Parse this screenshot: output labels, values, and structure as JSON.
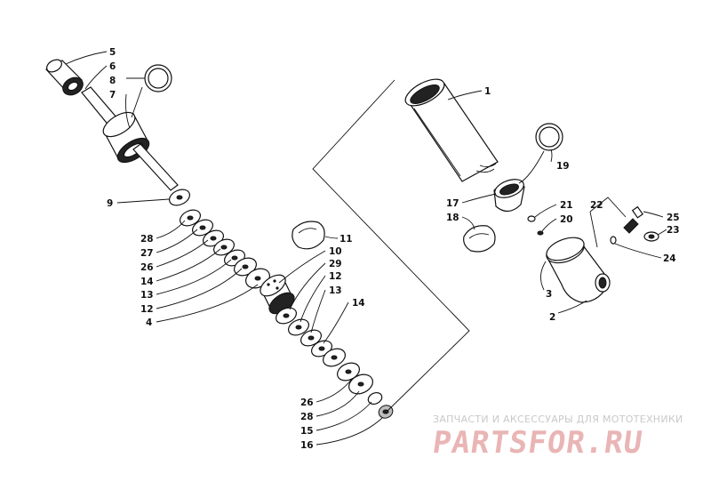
{
  "diagram": {
    "labels": [
      {
        "key": "p5",
        "text": "5"
      },
      {
        "key": "p6",
        "text": "6"
      },
      {
        "key": "p8",
        "text": "8"
      },
      {
        "key": "p7",
        "text": "7"
      },
      {
        "key": "p9",
        "text": "9"
      },
      {
        "key": "l28",
        "text": "28"
      },
      {
        "key": "l27",
        "text": "27"
      },
      {
        "key": "l26",
        "text": "26"
      },
      {
        "key": "l14",
        "text": "14"
      },
      {
        "key": "l13",
        "text": "13"
      },
      {
        "key": "l12",
        "text": "12"
      },
      {
        "key": "p4",
        "text": "4"
      },
      {
        "key": "p11",
        "text": "11"
      },
      {
        "key": "p10",
        "text": "10"
      },
      {
        "key": "r29",
        "text": "29"
      },
      {
        "key": "r12",
        "text": "12"
      },
      {
        "key": "r13",
        "text": "13"
      },
      {
        "key": "r14",
        "text": "14"
      },
      {
        "key": "b26",
        "text": "26"
      },
      {
        "key": "b28",
        "text": "28"
      },
      {
        "key": "b15",
        "text": "15"
      },
      {
        "key": "b16",
        "text": "16"
      },
      {
        "key": "p1",
        "text": "1"
      },
      {
        "key": "p19",
        "text": "19"
      },
      {
        "key": "p17",
        "text": "17"
      },
      {
        "key": "p18",
        "text": "18"
      },
      {
        "key": "p21",
        "text": "21"
      },
      {
        "key": "p20",
        "text": "20"
      },
      {
        "key": "p22",
        "text": "22"
      },
      {
        "key": "p25",
        "text": "25"
      },
      {
        "key": "p23",
        "text": "23"
      },
      {
        "key": "p24",
        "text": "24"
      },
      {
        "key": "p3",
        "text": "3"
      },
      {
        "key": "p2",
        "text": "2"
      }
    ]
  },
  "watermark": {
    "caption": "ЗАПЧАСТИ И АКСЕССУАРЫ ДЛЯ МОТОТЕХНИКИ",
    "logo": "PARTSFOR.RU"
  }
}
